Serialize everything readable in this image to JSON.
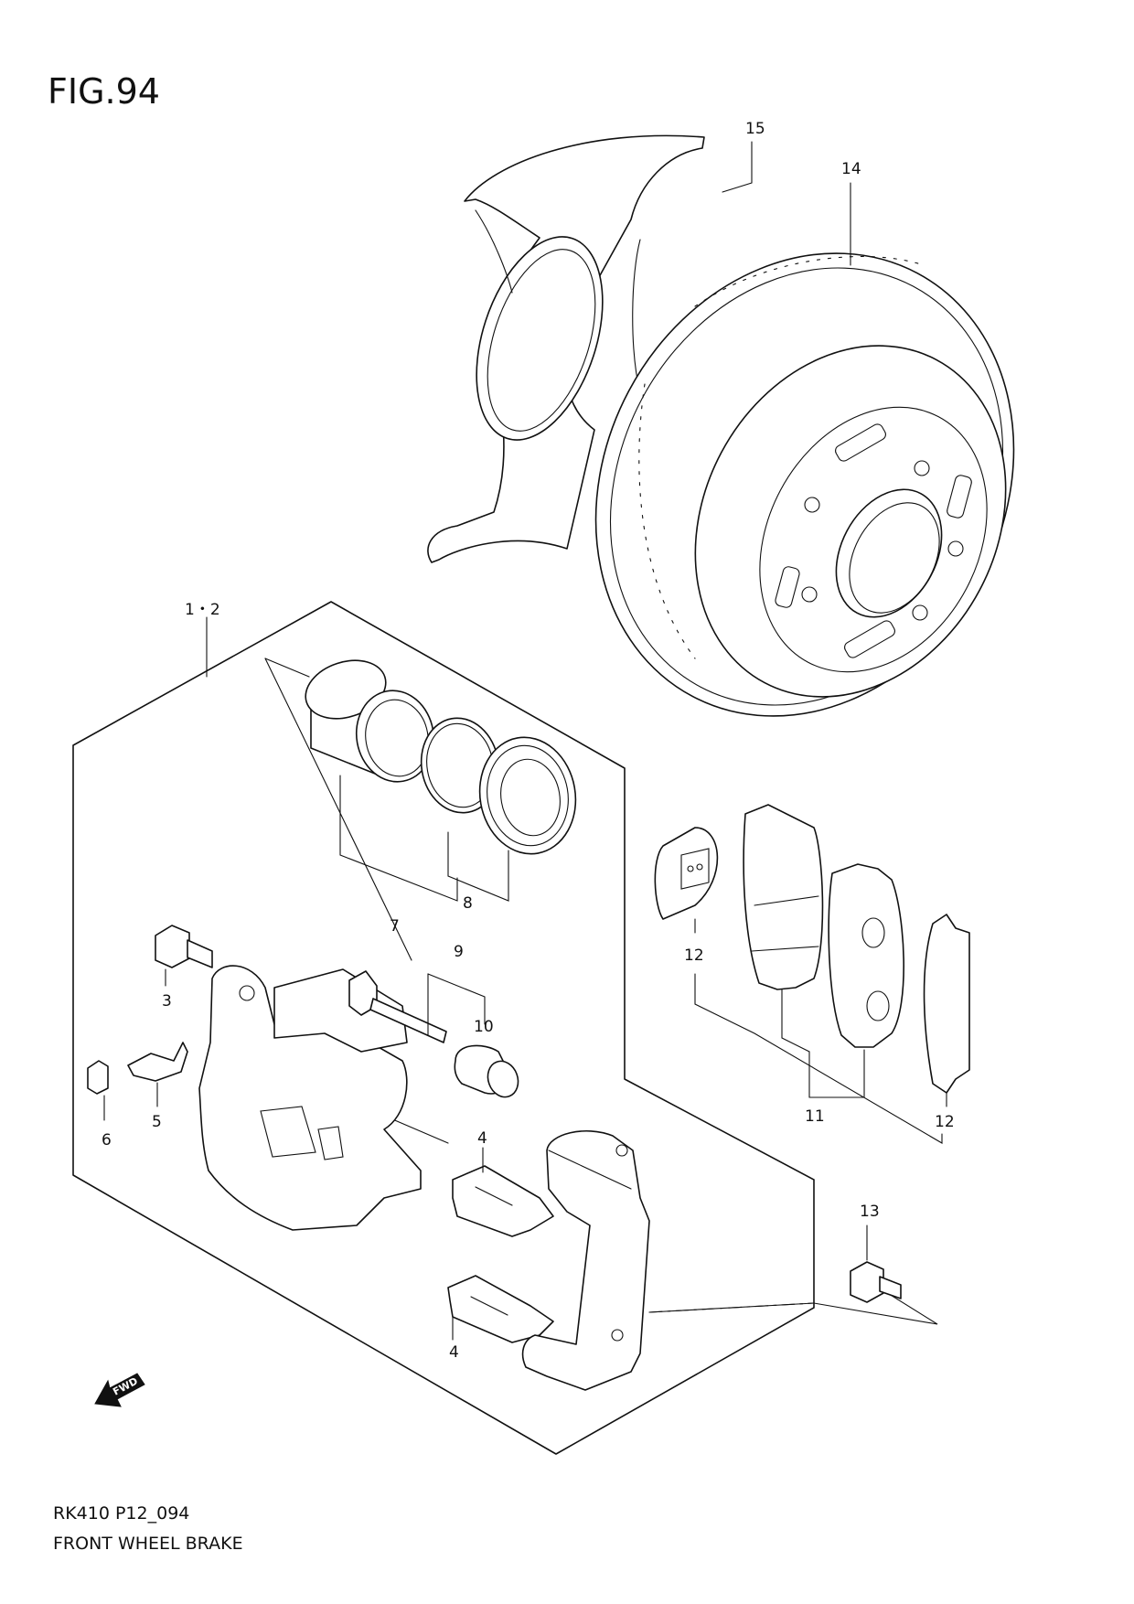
{
  "figure": {
    "title": "FIG.94",
    "model_code": "RK410 P12_094",
    "section_name": "FRONT WHEEL BRAKE"
  },
  "callouts": [
    "15",
    "14",
    "1・2",
    "7",
    "8",
    "9",
    "10",
    "3",
    "5",
    "6",
    "4",
    "4",
    "12",
    "11",
    "12",
    "13"
  ],
  "fwd_label": "FWD"
}
